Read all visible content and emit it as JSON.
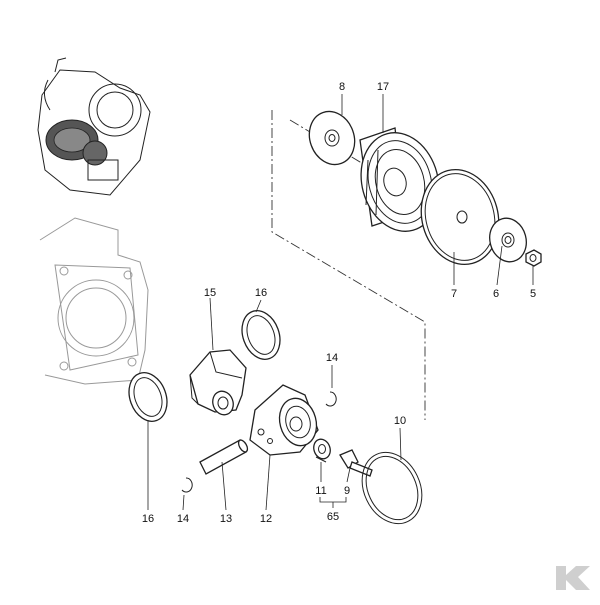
{
  "callouts": {
    "c8": "8",
    "c17": "17",
    "c7": "7",
    "c6": "6",
    "c5": "5",
    "c15": "15",
    "c16a": "16",
    "c14a": "14",
    "c10": "10",
    "c16b": "16",
    "c14b": "14",
    "c13": "13",
    "c12": "12",
    "c11": "11",
    "c9": "9",
    "c65": "65"
  },
  "brand_mark": "K",
  "colors": {
    "brand": "#cfcfcf",
    "line": "#222222",
    "ghost": "#999999"
  }
}
